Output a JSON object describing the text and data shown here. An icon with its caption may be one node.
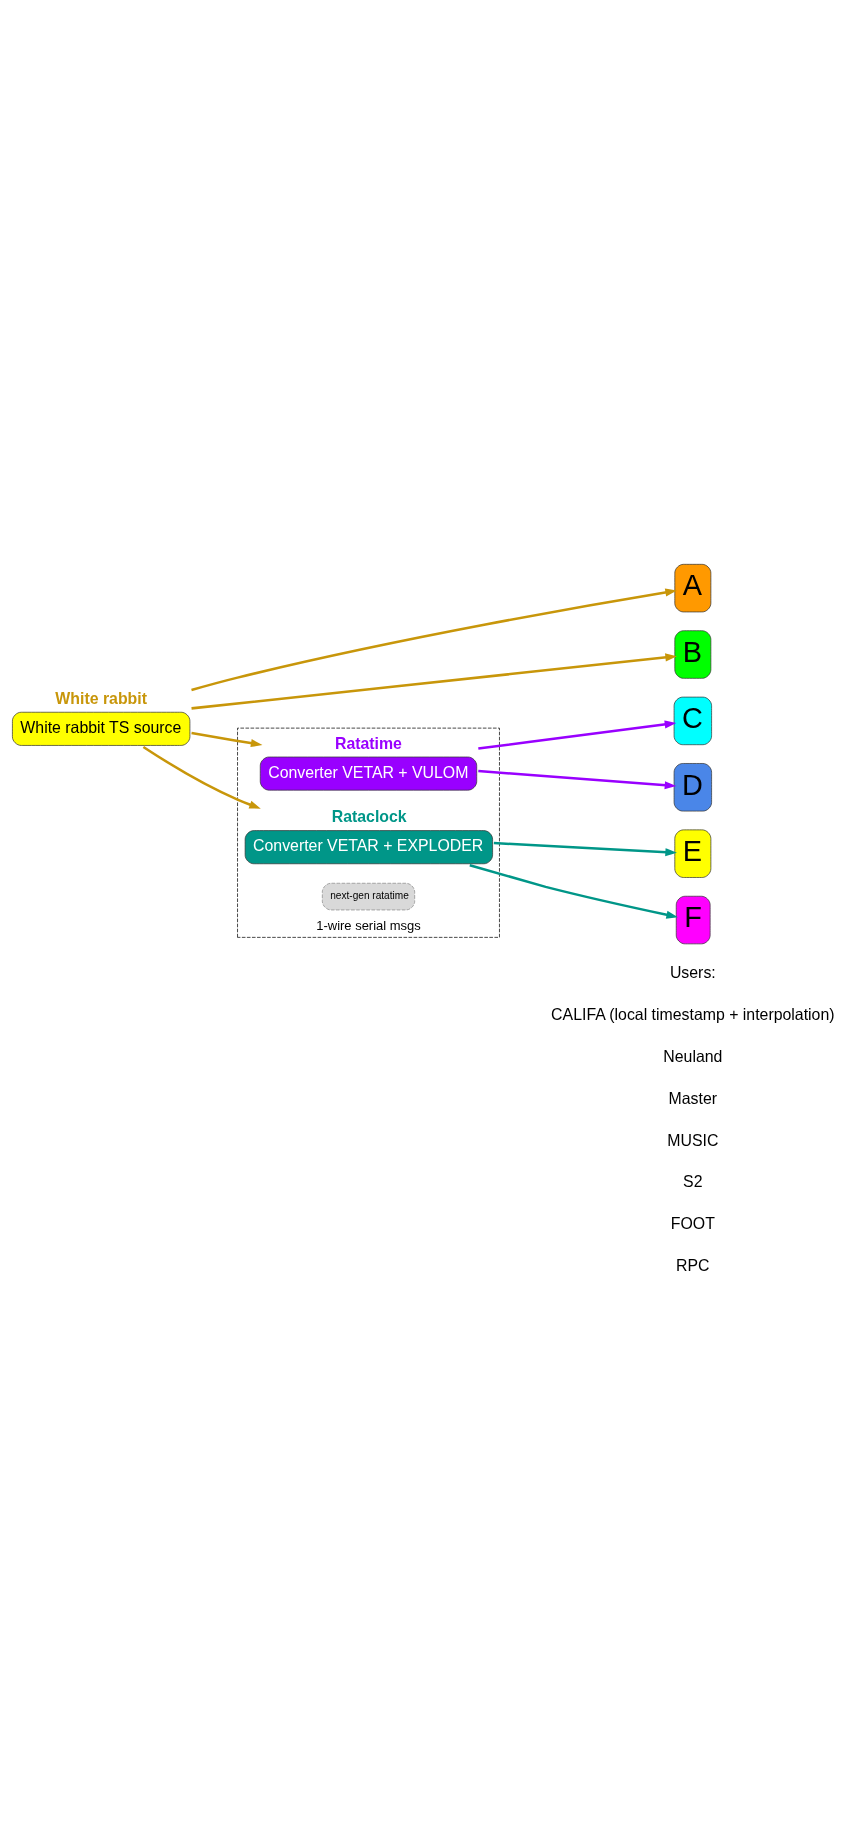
{
  "diagram": {
    "nodes": [
      {
        "text": [
          "White rabbit",
          "White rabbit TS source"
        ]
      },
      {
        "text": [
          "A"
        ]
      },
      {
        "text": [
          "B"
        ]
      },
      {
        "text": [
          "1-wire serial msgs"
        ]
      },
      {
        "text": [
          "Ratatime",
          "Converter VETAR + VULOM"
        ],
        "in": 3
      },
      {
        "text": [
          "C"
        ]
      },
      {
        "text": [
          "D"
        ]
      },
      {
        "text": [
          "Rataclock",
          "Converter VETAR + EXPLODER"
        ],
        "in": 3
      },
      {
        "text": [
          "E"
        ]
      },
      {
        "text": [
          "F"
        ]
      },
      {
        "text": [
          "next-gen ratatime"
        ],
        "in": 3
      }
    ],
    "edges": [
      {
        "from": 0,
        "to": 1,
        "arrow": "to"
      },
      {
        "from": 0,
        "to": 2,
        "arrow": "to"
      },
      {
        "from": 0,
        "to": 4,
        "arrow": "to"
      },
      {
        "from": 0,
        "to": 7,
        "arrow": "to"
      },
      {
        "from": 4,
        "to": 5,
        "arrow": "to",
        "color": "#9900ff"
      },
      {
        "from": 4,
        "to": 6,
        "arrow": "to",
        "color": "#9900ff"
      },
      {
        "from": 7,
        "to": 8,
        "arrow": "to",
        "color": "#009688"
      },
      {
        "from": 7,
        "to": 9,
        "arrow": "to",
        "color": "#009688"
      }
    ],
    "labels": [
      "Users:",
      "CALIFA (local timestamp + interpolation)",
      "Neuland",
      "Master",
      "MUSIC",
      "S2",
      "FOOT",
      "RPC"
    ]
  }
}
